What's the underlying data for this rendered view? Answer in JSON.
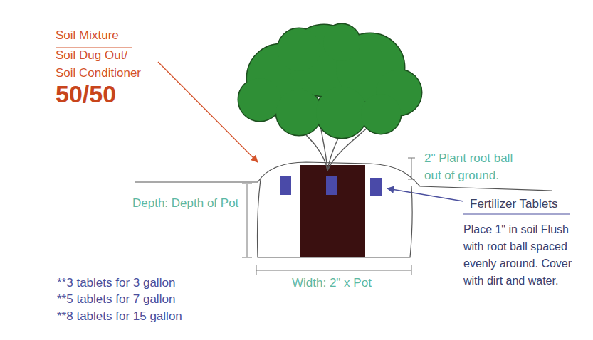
{
  "diagram": {
    "labels": [
      "Soil Mixture",
      "Soil Dug Out/ Soil Conditioner",
      "50/50",
      "2\" Plant root ball out of ground.",
      "Depth: Depth of Pot",
      "Width: 2\" x Pot",
      "Fertilizer Tablets",
      "Place 1\" in soil Flush with root ball spaced evenly around. Cover with dirt and water.",
      "**3 tablets for 3 gallon",
      "**5 tablets for 7 gallon",
      "**8 tablets for 15 gallon"
    ]
  }
}
